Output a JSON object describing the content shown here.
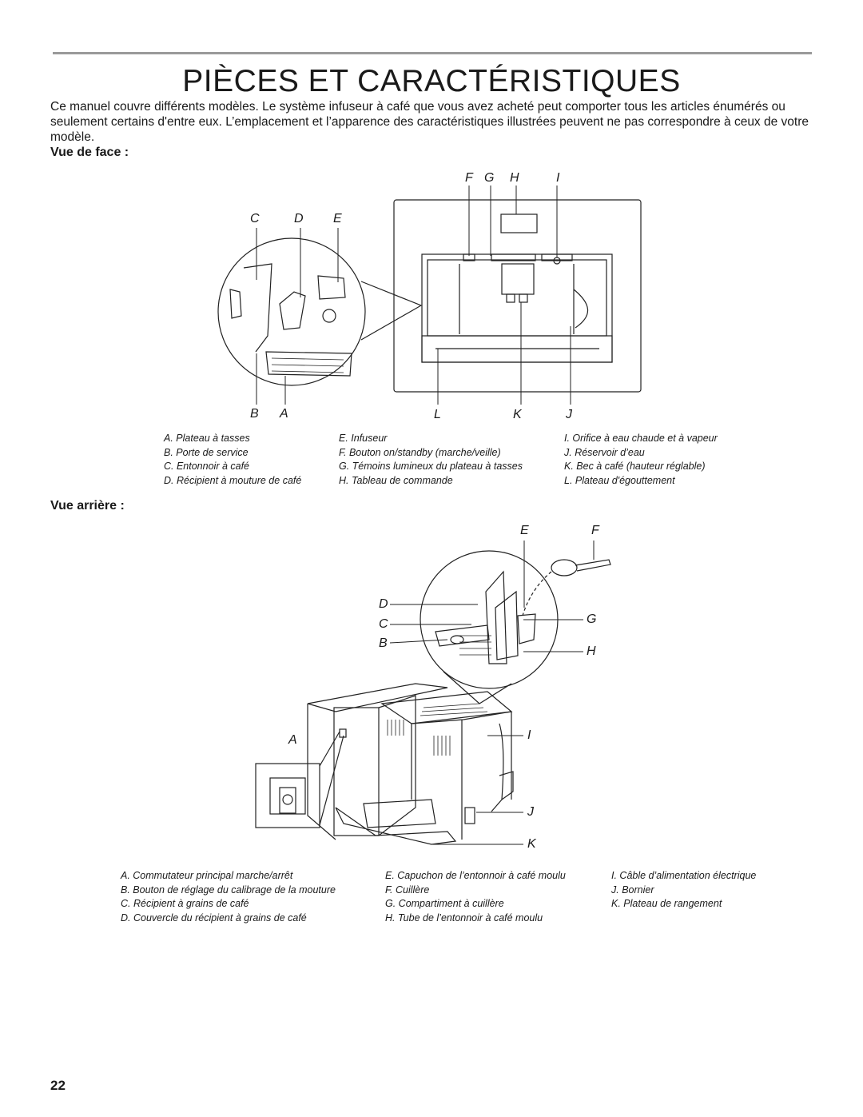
{
  "page": {
    "title": "PIÈCES ET CARACTÉRISTIQUES",
    "intro": "Ce manuel couvre différents modèles. Le système infuseur à café que vous avez acheté peut comporter tous les articles énumérés ou seulement certains d'entre eux. L’emplacement et l’apparence des caractéristiques illustrées peuvent ne pas correspondre à ceux de votre modèle.",
    "page_number": "22"
  },
  "front": {
    "heading": "Vue de face :",
    "callouts": {
      "A": "A",
      "B": "B",
      "C": "C",
      "D": "D",
      "E": "E",
      "F": "F",
      "G": "G",
      "H": "H",
      "I": "I",
      "J": "J",
      "K": "K",
      "L": "L"
    },
    "legend_col1": [
      "A. Plateau à tasses",
      "B. Porte de service",
      "C. Entonnoir à café",
      "D. Récipient à mouture de café"
    ],
    "legend_col2": [
      "E. Infuseur",
      "F. Bouton on/standby (marche/veille)",
      "G. Témoins lumineux du plateau à tasses",
      "H. Tableau de commande"
    ],
    "legend_col3": [
      "I. Orifice à eau chaude et à vapeur",
      "J. Réservoir d’eau",
      "K. Bec à café (hauteur réglable)",
      "L. Plateau d'égouttement"
    ]
  },
  "rear": {
    "heading": "Vue arrière :",
    "callouts": {
      "A": "A",
      "B": "B",
      "C": "C",
      "D": "D",
      "E": "E",
      "F": "F",
      "G": "G",
      "H": "H",
      "I": "I",
      "J": "J",
      "K": "K"
    },
    "legend_col1": [
      "A. Commutateur principal marche/arrêt",
      "B. Bouton de réglage du calibrage de la mouture",
      "C. Récipient à grains de café",
      "D. Couvercle du récipient à grains de café"
    ],
    "legend_col2": [
      "E. Capuchon de l’entonnoir à café moulu",
      "F. Cuillère",
      "G. Compartiment à cuillère",
      "H. Tube de l’entonnoir à café moulu"
    ],
    "legend_col3": [
      "I. Câble d’alimentation électrique",
      "J. Bornier",
      "K. Plateau de rangement"
    ]
  }
}
